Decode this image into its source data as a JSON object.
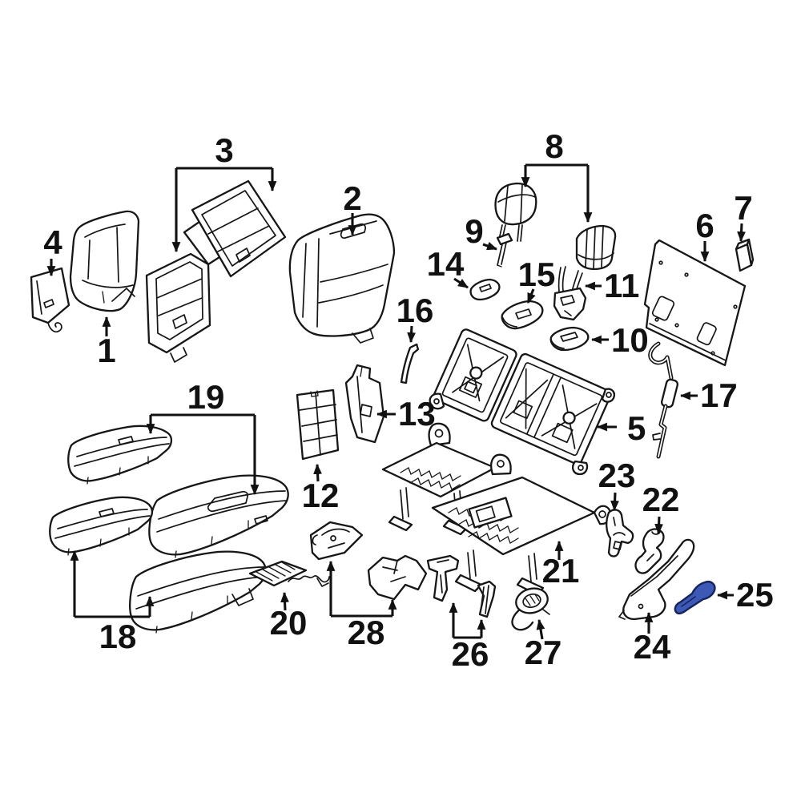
{
  "diagram": {
    "background": "#ffffff",
    "line_color": "#161616",
    "arrow_color": "#111111",
    "highlighted_callout": "25",
    "highlight_fill": "#3c59b6",
    "highlight_stroke": "#17235e",
    "callouts": [
      {
        "number": "1"
      },
      {
        "number": "2"
      },
      {
        "number": "3"
      },
      {
        "number": "4"
      },
      {
        "number": "5"
      },
      {
        "number": "6"
      },
      {
        "number": "7"
      },
      {
        "number": "8"
      },
      {
        "number": "9"
      },
      {
        "number": "10"
      },
      {
        "number": "11"
      },
      {
        "number": "12"
      },
      {
        "number": "13"
      },
      {
        "number": "14"
      },
      {
        "number": "15"
      },
      {
        "number": "16"
      },
      {
        "number": "17"
      },
      {
        "number": "18"
      },
      {
        "number": "19"
      },
      {
        "number": "20"
      },
      {
        "number": "21"
      },
      {
        "number": "22"
      },
      {
        "number": "23"
      },
      {
        "number": "24"
      },
      {
        "number": "25"
      },
      {
        "number": "26"
      },
      {
        "number": "27"
      },
      {
        "number": "28"
      }
    ]
  }
}
